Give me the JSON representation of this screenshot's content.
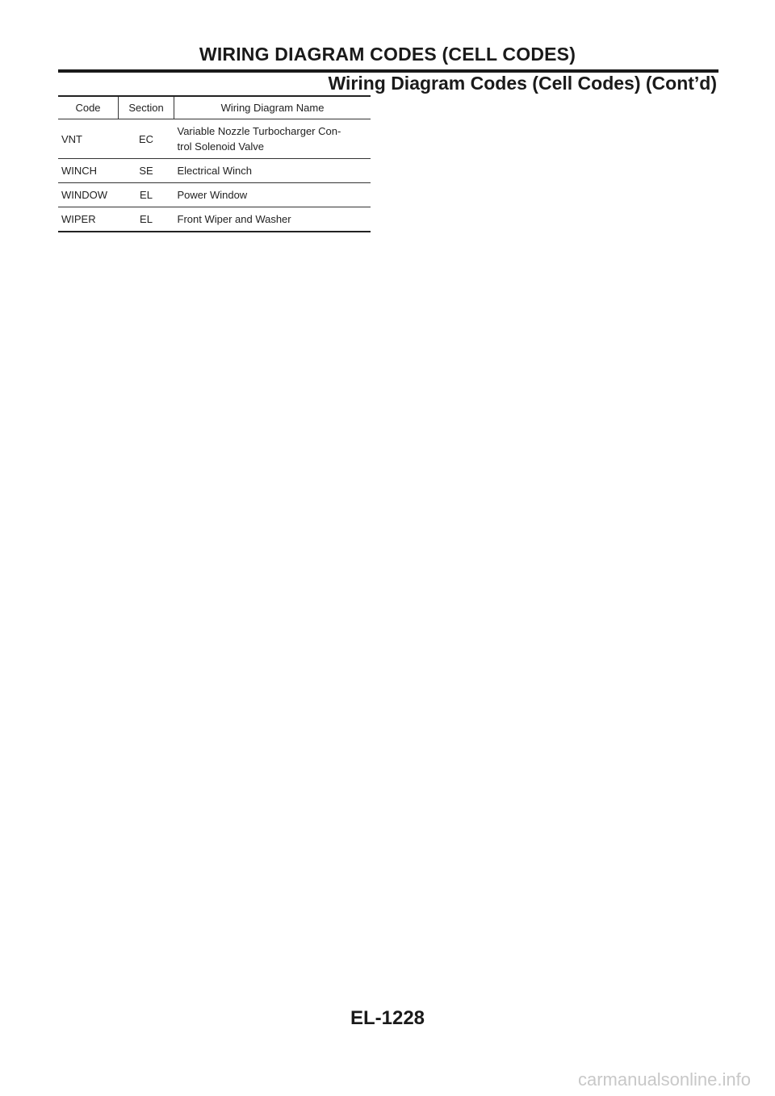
{
  "header": {
    "section_title": "WIRING DIAGRAM CODES (CELL CODES)",
    "subtitle": "Wiring Diagram Codes (Cell Codes) (Cont’d)"
  },
  "table": {
    "columns": [
      "Code",
      "Section",
      "Wiring Diagram Name"
    ],
    "rows": [
      {
        "code": "VNT",
        "section": "EC",
        "name_line1": "Variable Nozzle Turbocharger Con-",
        "name_line2": "trol Solenoid Valve"
      },
      {
        "code": "WINCH",
        "section": "SE",
        "name": "Electrical Winch"
      },
      {
        "code": "WINDOW",
        "section": "EL",
        "name": "Power Window"
      },
      {
        "code": "WIPER",
        "section": "EL",
        "name": "Front Wiper and Washer"
      }
    ]
  },
  "footer": {
    "page_number": "EL-1228",
    "watermark": "carmanualsonline.info"
  }
}
